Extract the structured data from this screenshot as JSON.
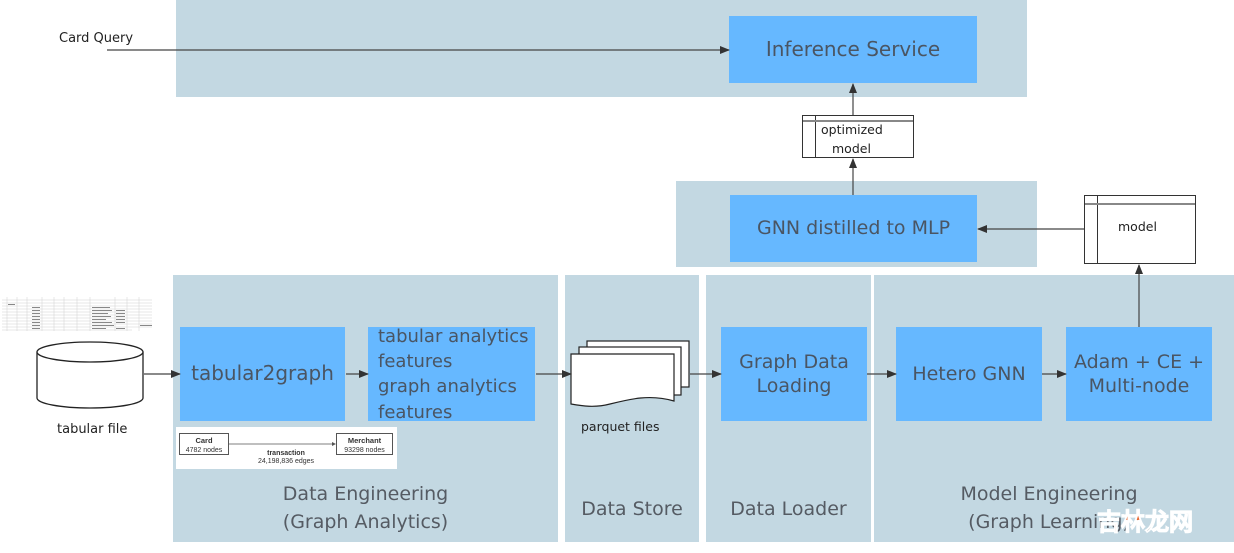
{
  "title": "GNN fraud detection pipeline architecture",
  "colors": {
    "panel": "#c3d8e2",
    "node": "#66b8ff",
    "node_text": "#4a5563",
    "arrow": "#333333"
  },
  "input": {
    "query_label": "Card Query",
    "tabular_file_label": "tabular file"
  },
  "inference": {
    "node": "Inference Service"
  },
  "optimized_model": {
    "line1": "optimized",
    "line2": "model"
  },
  "distill": {
    "node": "GNN distilled to MLP"
  },
  "model_doc": {
    "label": "model"
  },
  "data_engineering": {
    "node_tabular2graph": "tabular2graph",
    "features": [
      "tabular analytics",
      "features",
      "graph analytics",
      "features"
    ],
    "graph_schema": {
      "source": {
        "name": "Card",
        "count": "4782 nodes"
      },
      "target": {
        "name": "Merchant",
        "count": "93298 nodes"
      },
      "edge": {
        "name": "transaction",
        "count": "24,198,836 edges"
      }
    },
    "label_line1": "Data Engineering",
    "label_line2": "(Graph Analytics)"
  },
  "data_store": {
    "files_label": "parquet files",
    "label": "Data Store"
  },
  "data_loader": {
    "node_line1": "Graph Data",
    "node_line2": "Loading",
    "label": "Data Loader"
  },
  "model_engineering": {
    "node_gnn": "Hetero GNN",
    "node_train_line1": "Adam + CE +",
    "node_train_line2": "Multi-node",
    "label_line1": "Model Engineering",
    "label_line2": "(Graph Learning)"
  },
  "watermark": {
    "part1": "吉林",
    "part2": "龙网"
  }
}
